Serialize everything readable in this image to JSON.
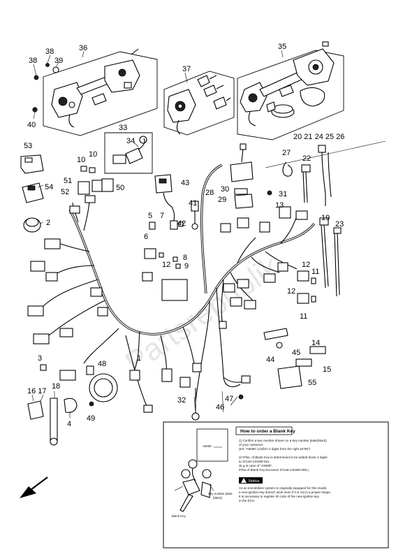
{
  "watermark": "Partsrepublik",
  "labels": {
    "l36": "36",
    "l38a": "38",
    "l39": "39",
    "l38b": "38",
    "l40": "40",
    "l37": "37",
    "l35": "35",
    "l33": "33",
    "l34": "34",
    "l53": "53",
    "l54": "54",
    "l2": "2",
    "l10a": "10",
    "l10b": "10",
    "l51": "51",
    "l52": "52",
    "l50": "50",
    "l43": "43",
    "l5": "5",
    "l7": "7",
    "l41": "41",
    "l42": "42",
    "l6": "6",
    "l8": "8",
    "l9": "9",
    "l12a": "12",
    "l28": "28",
    "l30": "30",
    "l29": "29",
    "l31": "31",
    "l13": "13",
    "l20_26": "20 21 24 25 26",
    "l27": "27",
    "l22": "22",
    "l19": "19",
    "l23": "23",
    "l12b": "12",
    "l11a": "11",
    "l12c": "12",
    "l11b": "11",
    "l3": "3",
    "l1": "1",
    "l48": "48",
    "l16_17": "16 17",
    "l18": "18",
    "l4": "4",
    "l49": "49",
    "l32": "32",
    "l47": "47",
    "l46": "46",
    "l44": "44",
    "l45": "45",
    "l14": "14",
    "l15": "15",
    "l55": "55"
  },
  "instructions": {
    "title": "How to order a Blank Key",
    "step1_a": "1) Confirm a key number shown on a key number plate(black)",
    "step1_b": "of your customer.",
    "step1_c": "(EX.\"A6008\",confirm 2 digits from the right as\"08\")",
    "step2_a": "2) P/No. of Blank Key is determined to be added those 2 digits",
    "step2_b": "to 37146-14GM0-0xx.",
    "step2_c": "(E.g.in case of \"A6008\",",
    "step2_d": "P/No.of Blank Key becomes 37146-14GM0-008.)",
    "notice_label": "Notice",
    "notice_a": "As an immobilizer system is originally equipped for this model,",
    "notice_b": "a new ignition key doesn't work even if it is cut in a proper shape.",
    "notice_c": "It is necessary to register ID code of the new ignition key",
    "notice_d": "in the ECU.",
    "plate_code": "A6008",
    "plate_label_a": "Key number plate",
    "plate_label_b": "(black)",
    "blank_key_label": "Blank Key"
  },
  "colors": {
    "ink": "#000000",
    "background": "#ffffff",
    "watermark": "#e6e6e6"
  },
  "icons": {
    "direction_arrow": "front-arrow-icon",
    "notice": "warning-triangle-icon"
  }
}
